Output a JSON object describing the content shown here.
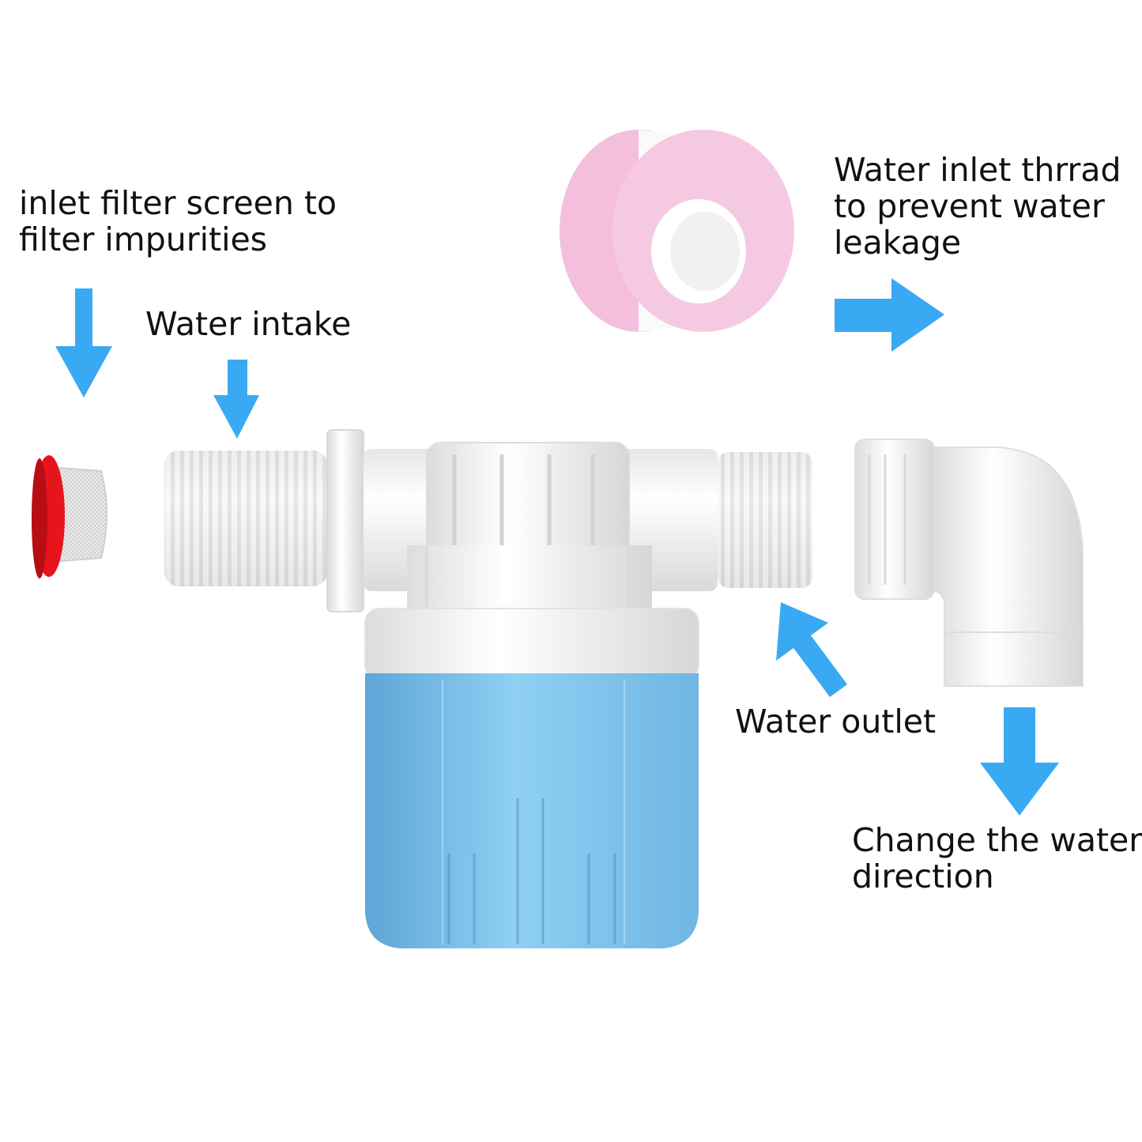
{
  "labels": {
    "filter": {
      "lines": [
        "inlet filter screen to",
        "filter impurities"
      ]
    },
    "intake": {
      "lines": [
        "Water intake"
      ]
    },
    "thread": {
      "lines": [
        "Water inlet thrrad",
        "to prevent water",
        "leakage"
      ]
    },
    "outlet": {
      "lines": [
        "Water outlet"
      ]
    },
    "direction": {
      "lines": [
        "Change the water",
        "direction"
      ]
    }
  },
  "colors": {
    "arrow": "#3aa9f3",
    "filter_cap": "#e8141c",
    "float_body": "#7cc6ee",
    "tape_pink": "#f3bfdc",
    "valve_white": "#f2f2f2"
  },
  "icons": [
    "arrow-down-icon",
    "arrow-right-icon",
    "arrow-diagonal-icon"
  ]
}
